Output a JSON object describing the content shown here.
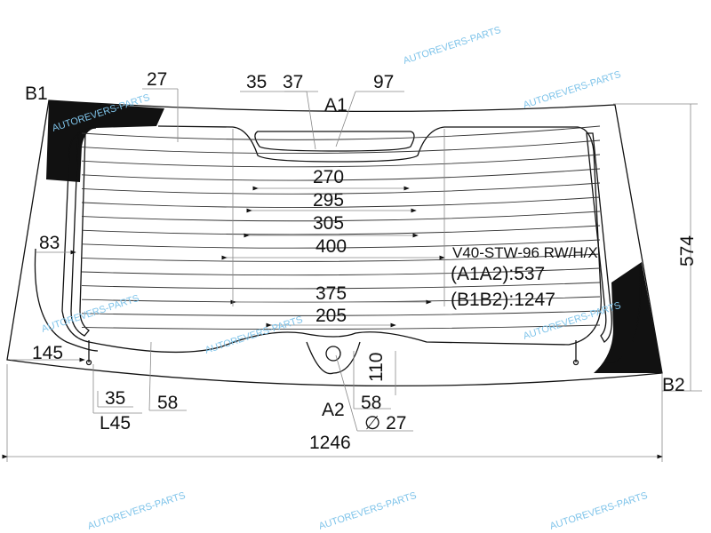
{
  "part_code": "V40-STW-96 RW/H/X",
  "labels": {
    "b1": "B1",
    "b2": "B2",
    "a1": "A1",
    "a2": "A2",
    "a1a2": "(A1A2):537",
    "b1b2": "(B1B2):1247"
  },
  "dimensions": {
    "top_27": "27",
    "top_35": "35",
    "top_37": "37",
    "top_97": "97",
    "height_574": "574",
    "w270": "270",
    "w295": "295",
    "w305": "305",
    "w400": "400",
    "w375": "375",
    "w205": "205",
    "left_83": "83",
    "left_145": "145",
    "bot_35": "35",
    "bot_58_left": "58",
    "bot_l45": "L45",
    "bot_58_right": "58",
    "dia_27": "∅ 27",
    "h110": "110",
    "width_1246": "1246"
  },
  "watermark": "AUTOREVERS-PARTS",
  "colors": {
    "line": "#111111",
    "watermark": "#7fc4ea"
  }
}
